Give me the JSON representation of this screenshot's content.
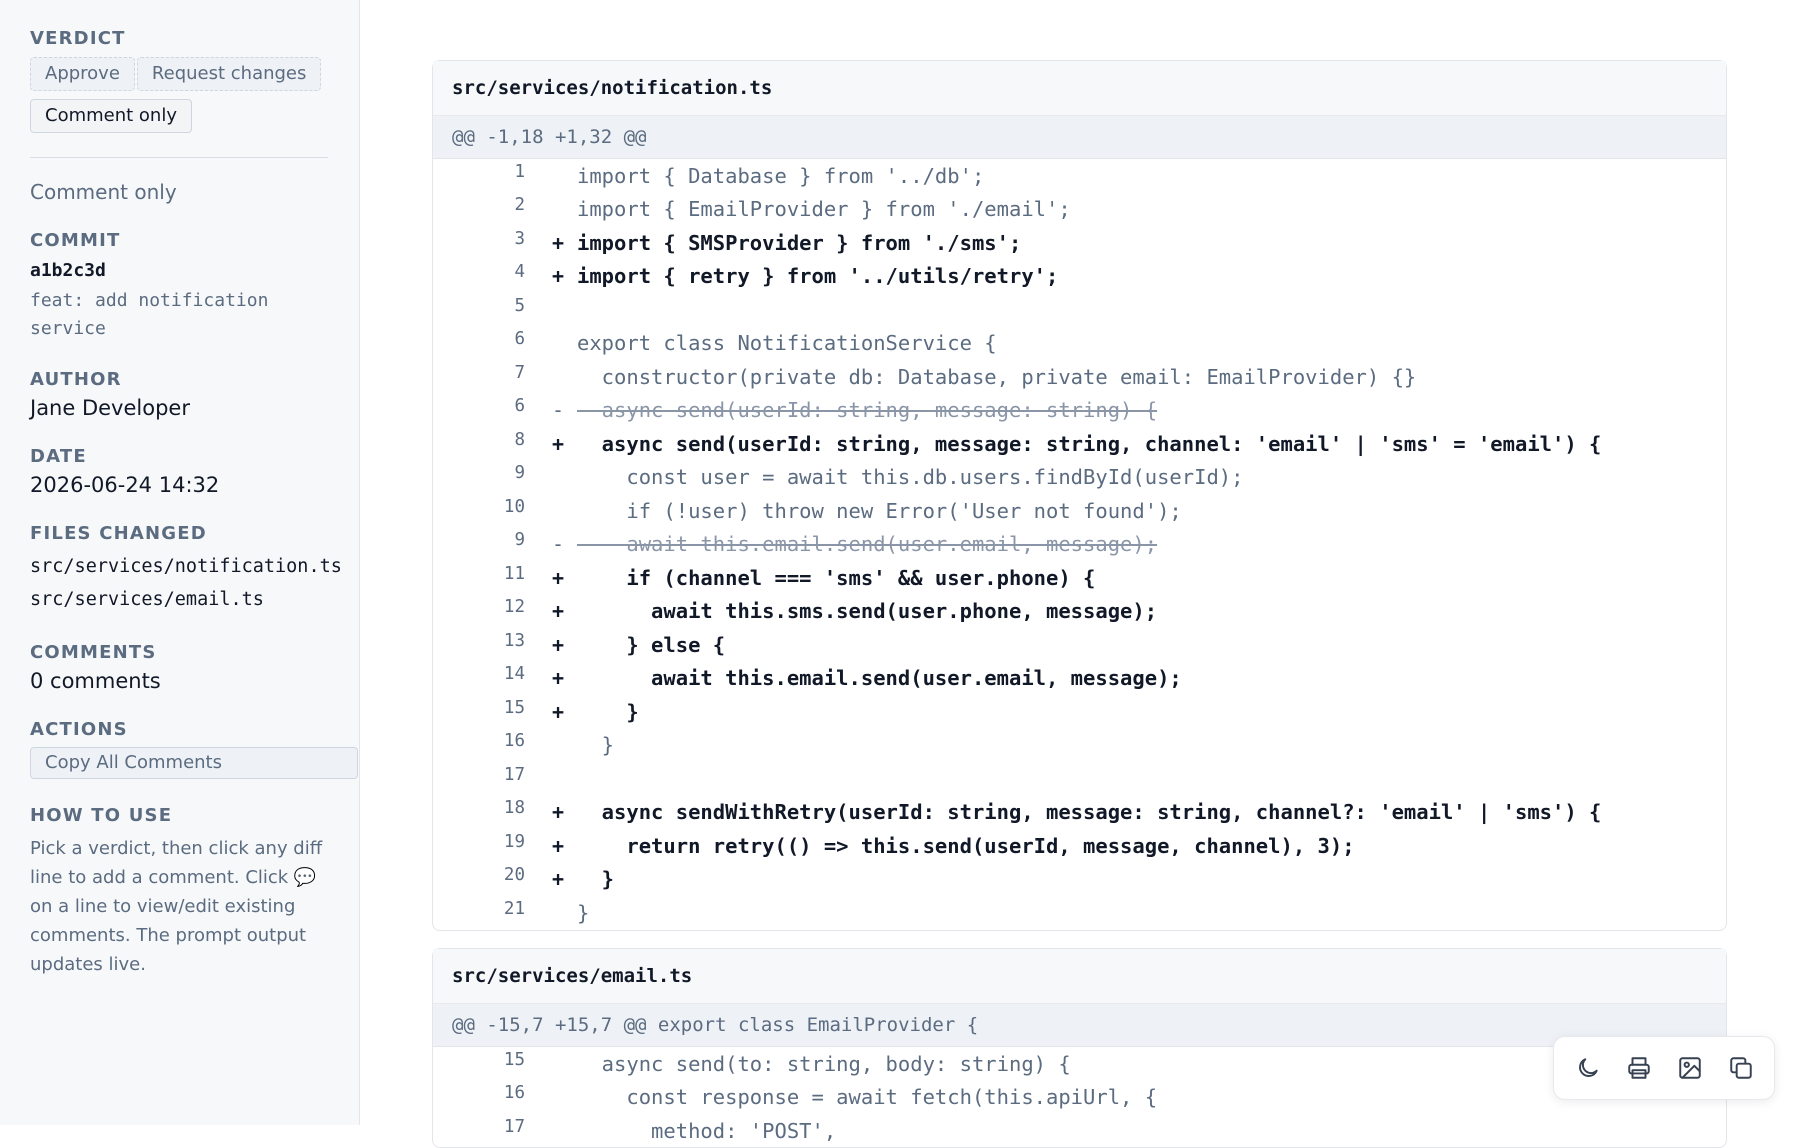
{
  "sidebar": {
    "verdict": {
      "title": "VERDICT",
      "options": [
        "Approve",
        "Request changes",
        "Comment only"
      ],
      "selected": "Comment only",
      "status": "Comment only"
    },
    "commit": {
      "title": "COMMIT",
      "hash": "a1b2c3d",
      "message": "feat: add notification service"
    },
    "author": {
      "title": "AUTHOR",
      "value": "Jane Developer"
    },
    "date": {
      "title": "DATE",
      "value": "2026-06-24 14:32"
    },
    "files_changed": {
      "title": "FILES CHANGED",
      "files": [
        "src/services/notification.ts",
        "src/services/email.ts"
      ]
    },
    "comments": {
      "title": "COMMENTS",
      "value": "0 comments"
    },
    "actions": {
      "title": "ACTIONS",
      "copy_label": "Copy All Comments"
    },
    "howto": {
      "title": "HOW TO USE",
      "text": "Pick a verdict, then click any diff line to add a comment. Click 💬 on a line to view/edit existing comments. The prompt output updates live."
    }
  },
  "files": [
    {
      "name": "src/services/notification.ts",
      "hunk": "@@ -1,18 +1,32 @@",
      "lines": [
        {
          "n": "1",
          "t": "ctx",
          "code": "import { Database } from '../db';"
        },
        {
          "n": "2",
          "t": "ctx",
          "code": "import { EmailProvider } from './email';"
        },
        {
          "n": "3",
          "t": "add",
          "code": "import { SMSProvider } from './sms';"
        },
        {
          "n": "4",
          "t": "add",
          "code": "import { retry } from '../utils/retry';"
        },
        {
          "n": "5",
          "t": "ctx",
          "code": ""
        },
        {
          "n": "6",
          "t": "ctx",
          "code": "export class NotificationService {"
        },
        {
          "n": "7",
          "t": "ctx",
          "code": "  constructor(private db: Database, private email: EmailProvider) {}"
        },
        {
          "n": "6",
          "t": "del",
          "code": "  async send(userId: string, message: string) {"
        },
        {
          "n": "8",
          "t": "add",
          "code": "  async send(userId: string, message: string, channel: 'email' | 'sms' = 'email') {"
        },
        {
          "n": "9",
          "t": "ctx",
          "code": "    const user = await this.db.users.findById(userId);"
        },
        {
          "n": "10",
          "t": "ctx",
          "code": "    if (!user) throw new Error('User not found');"
        },
        {
          "n": "9",
          "t": "del",
          "code": "    await this.email.send(user.email, message);"
        },
        {
          "n": "11",
          "t": "add",
          "code": "    if (channel === 'sms' && user.phone) {"
        },
        {
          "n": "12",
          "t": "add",
          "code": "      await this.sms.send(user.phone, message);"
        },
        {
          "n": "13",
          "t": "add",
          "code": "    } else {"
        },
        {
          "n": "14",
          "t": "add",
          "code": "      await this.email.send(user.email, message);"
        },
        {
          "n": "15",
          "t": "add",
          "code": "    }"
        },
        {
          "n": "16",
          "t": "ctx",
          "code": "  }"
        },
        {
          "n": "17",
          "t": "ctx",
          "code": ""
        },
        {
          "n": "18",
          "t": "add",
          "code": "  async sendWithRetry(userId: string, message: string, channel?: 'email' | 'sms') {"
        },
        {
          "n": "19",
          "t": "add",
          "code": "    return retry(() => this.send(userId, message, channel), 3);"
        },
        {
          "n": "20",
          "t": "add",
          "code": "  }"
        },
        {
          "n": "21",
          "t": "ctx",
          "code": "}"
        }
      ]
    },
    {
      "name": "src/services/email.ts",
      "hunk": "@@ -15,7 +15,7 @@ export class EmailProvider {",
      "lines": [
        {
          "n": "15",
          "t": "ctx",
          "code": "  async send(to: string, body: string) {"
        },
        {
          "n": "16",
          "t": "ctx",
          "code": "    const response = await fetch(this.apiUrl, {"
        },
        {
          "n": "17",
          "t": "ctx",
          "code": "      method: 'POST',"
        }
      ]
    }
  ],
  "toolbar": {
    "buttons": [
      "moon-icon",
      "print-icon",
      "image-icon",
      "copy-icon"
    ]
  }
}
